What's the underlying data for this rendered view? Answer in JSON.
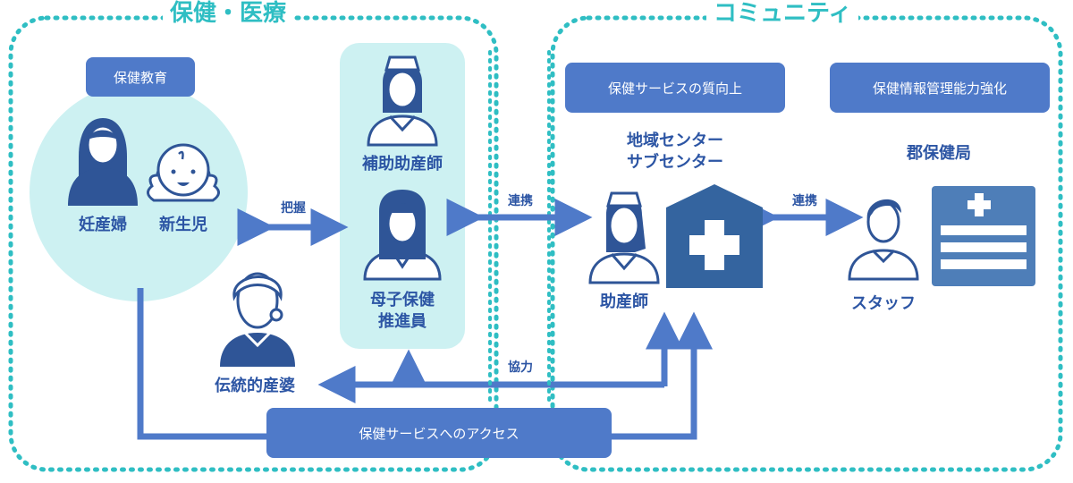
{
  "regions": {
    "left_title": "保健・医療",
    "right_title": "コミュニティ"
  },
  "boxes": {
    "health_education": "保健教育",
    "service_quality": "保健サービスの質向上",
    "info_management": "保健情報管理能力強化",
    "access": "保健サービスへのアクセス"
  },
  "actors": {
    "pregnant": "妊産婦",
    "newborn": "新生児",
    "assistant_midwife": "補助助産師",
    "mch_promoter_line1": "母子保健",
    "mch_promoter_line2": "推進員",
    "traditional_birth_attendant": "伝統的産婆",
    "center_line1": "地域センター",
    "center_line2": "サブセンター",
    "midwife": "助産師",
    "district_office": "郡保健局",
    "staff": "スタッフ"
  },
  "relations": {
    "grasp": "把握",
    "cooperation_left": "連携",
    "cooperation_right": "連携",
    "collaboration": "協力"
  },
  "colors": {
    "teal": "#2fbec3",
    "light_teal": "#cdf1f2",
    "blue": "#4f7ac9",
    "dark_blue": "#2c55a4",
    "navy": "#2f5597",
    "building": "#34649f",
    "office": "#4e7eb8"
  }
}
